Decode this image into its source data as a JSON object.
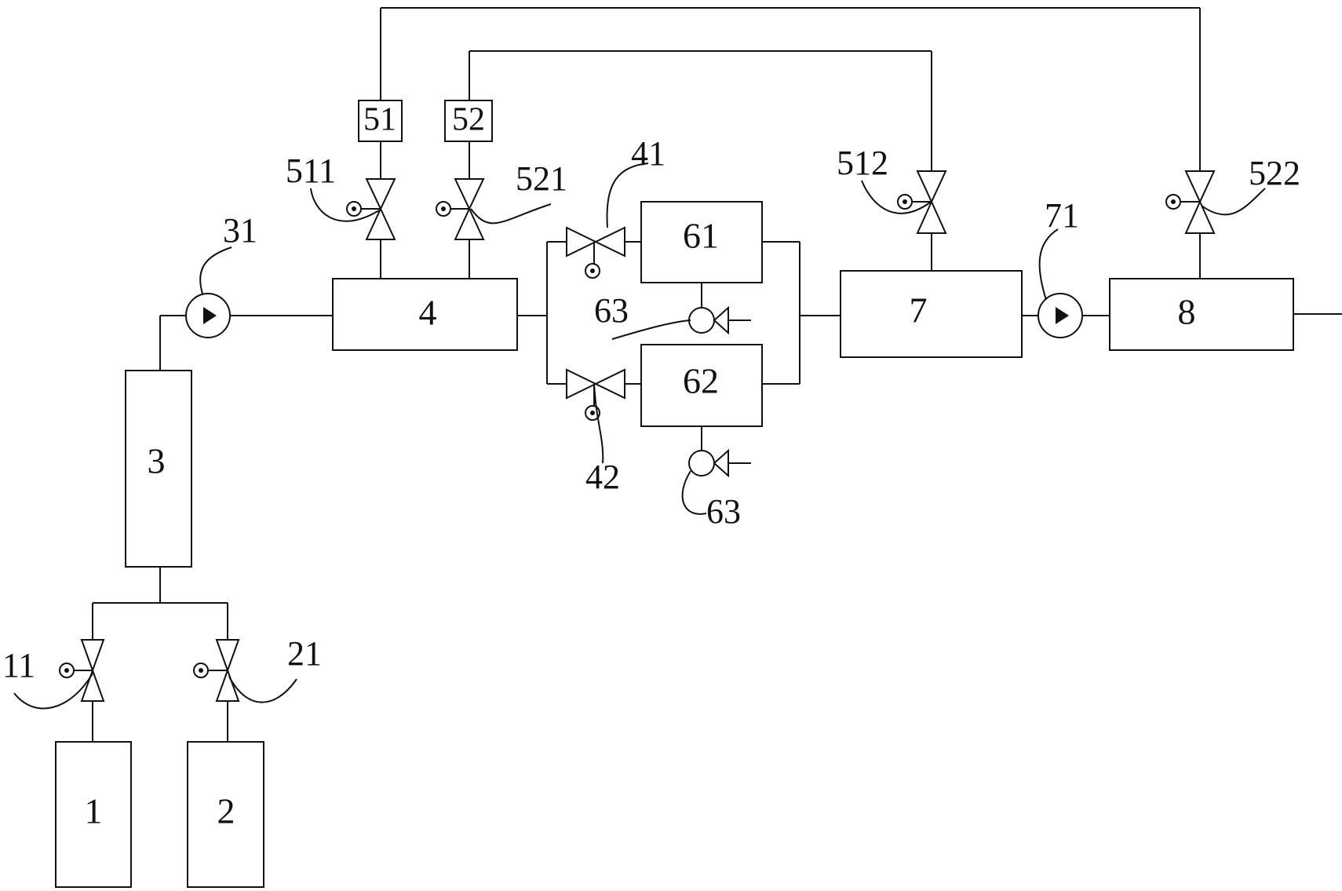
{
  "components": {
    "box_1": "1",
    "box_2": "2",
    "box_3": "3",
    "box_4": "4",
    "box_51": "51",
    "box_52": "52",
    "box_61": "61",
    "box_62": "62",
    "box_7": "7",
    "box_8": "8"
  },
  "callouts": {
    "ref_11": "11",
    "ref_21": "21",
    "ref_31": "31",
    "ref_41": "41",
    "ref_42": "42",
    "ref_511": "511",
    "ref_521": "521",
    "ref_512": "512",
    "ref_522": "522",
    "ref_63_top": "63",
    "ref_63_bottom": "63",
    "ref_71": "71"
  },
  "icons": {
    "valve": "valve-icon",
    "pump": "pump-icon",
    "check_valve": "check-valve-icon",
    "actuator": "actuator-icon"
  }
}
